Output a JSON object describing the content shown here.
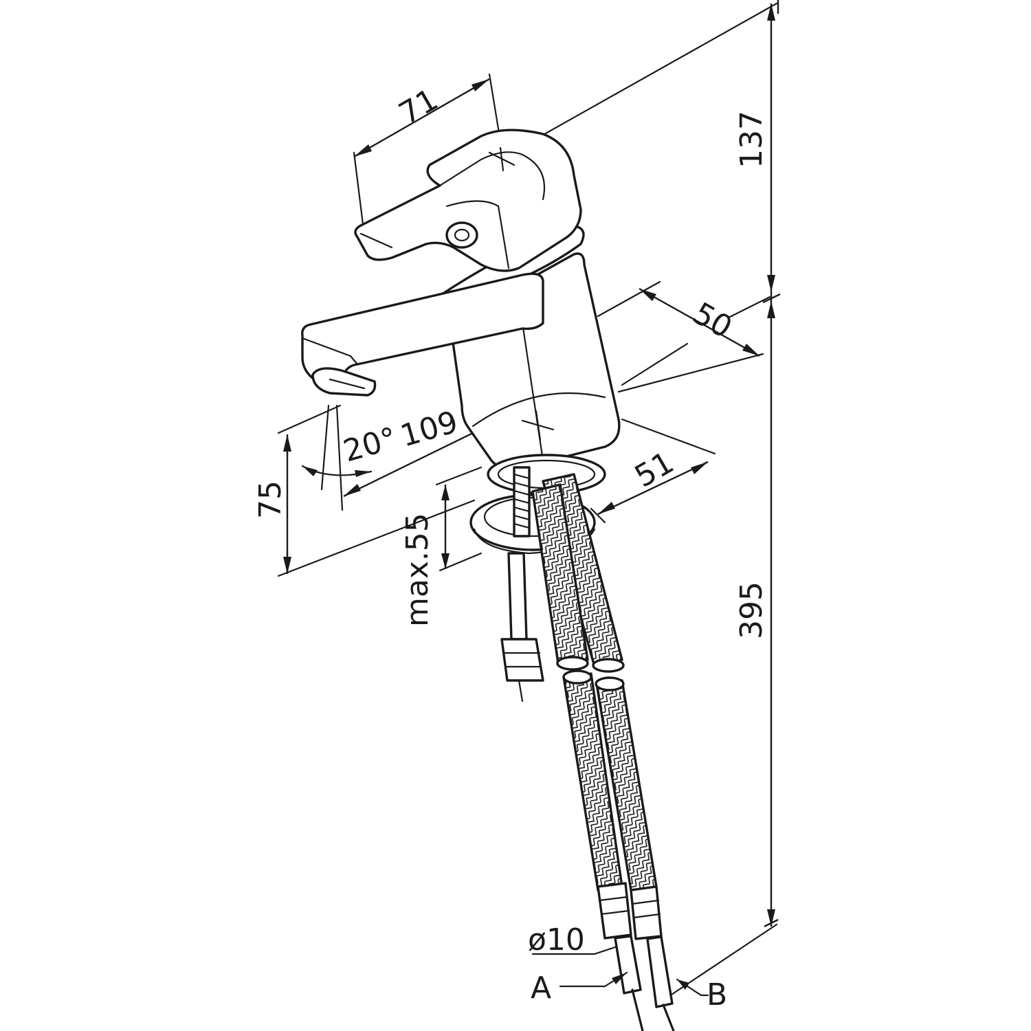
{
  "dimensions": {
    "handle_length": "71",
    "total_height": "137",
    "base_depth": "50",
    "spout_reach": "109",
    "spout_angle": "20°",
    "spout_height": "75",
    "base_width": "51",
    "max_deck_thickness": "max.55",
    "hose_length": "395",
    "hose_diameter": "ø10"
  },
  "labels": {
    "connection_a": "A",
    "connection_b": "B"
  },
  "colors": {
    "line": "#1a1a1a",
    "background": "#ffffff"
  }
}
